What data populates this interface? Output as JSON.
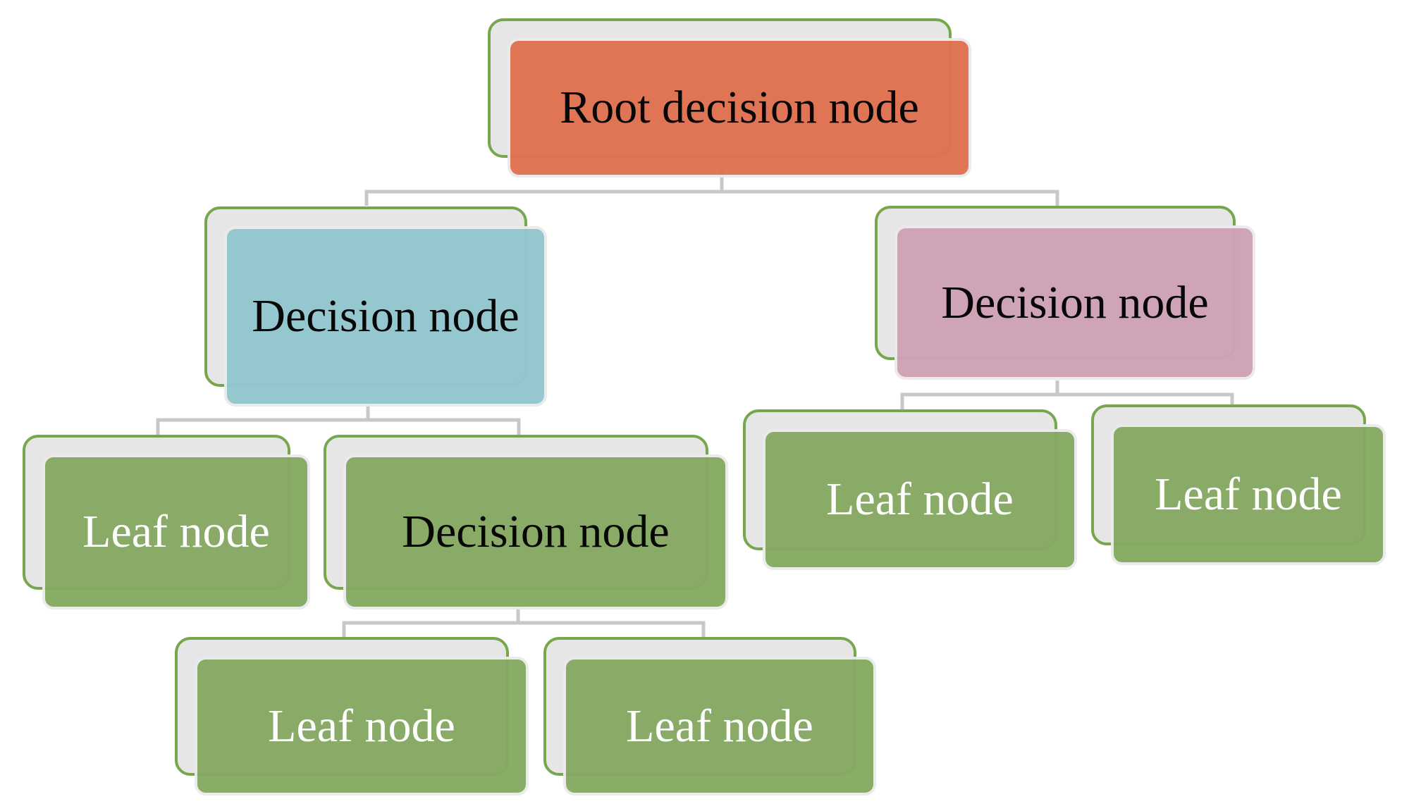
{
  "diagram": {
    "root": {
      "label": "Root decision node"
    },
    "left_decision": {
      "label": "Decision node"
    },
    "right_decision": {
      "label": "Decision node"
    },
    "mid_decision": {
      "label": "Decision node"
    },
    "leaves": [
      {
        "label": "Leaf node"
      },
      {
        "label": "Leaf node"
      },
      {
        "label": "Leaf node"
      },
      {
        "label": "Leaf node"
      },
      {
        "label": "Leaf node"
      }
    ],
    "colors": {
      "root": "#e07252",
      "left_decision": "#93c7cf",
      "right_decision": "#cfa2b5",
      "green": "#86aa63",
      "outline": "#76a74d",
      "connector": "#c8c8c8"
    }
  }
}
